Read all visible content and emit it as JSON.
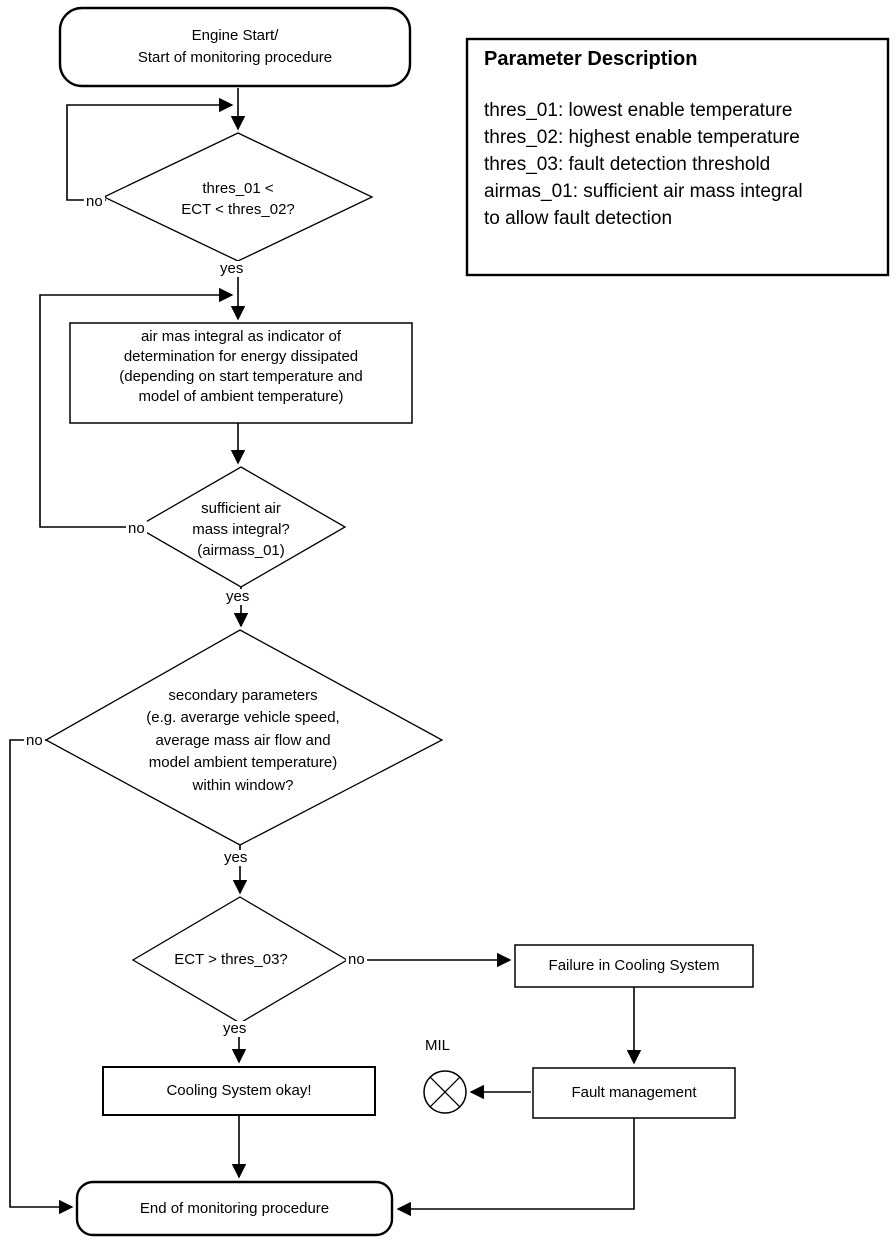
{
  "legend": {
    "title": "Parameter Description",
    "lines": [
      "thres_01: lowest enable temperature",
      "thres_02: highest enable temperature",
      "thres_03: fault detection threshold",
      "airmas_01: sufficient air mass integral",
      "to allow fault detection"
    ]
  },
  "nodes": {
    "start": {
      "lines": [
        "Engine Start/",
        "Start of monitoring procedure"
      ]
    },
    "decision_ect_window": {
      "lines": [
        "thres_01 <",
        "ECT < thres_02?"
      ]
    },
    "process_air_mass": {
      "lines": [
        "air mas integral as indicator of",
        "determination for energy dissipated",
        "(depending on start temperature and",
        "model of ambient temperature)"
      ]
    },
    "decision_air_mass": {
      "lines": [
        "sufficient air",
        "mass integral?",
        "(airmass_01)"
      ]
    },
    "decision_secondary": {
      "lines": [
        "secondary parameters",
        "(e.g. averarge vehicle speed,",
        "average mass air flow and",
        "model ambient temperature)",
        "within window?"
      ]
    },
    "decision_ect_thres3": {
      "label": "ECT > thres_03?"
    },
    "failure": {
      "label": "Failure in Cooling System"
    },
    "fault_management": {
      "label": "Fault management"
    },
    "cooling_okay": {
      "label": "Cooling System okay!"
    },
    "end": {
      "label": "End of monitoring procedure"
    },
    "mil": {
      "label": "MIL"
    }
  },
  "edges": {
    "d1_no": "no",
    "d1_yes": "yes",
    "d2_no": "no",
    "d2_yes": "yes",
    "d3_no": "no",
    "d3_yes": "yes",
    "d4_no": "no",
    "d4_yes": "yes"
  },
  "colors": {
    "ink": "#000000",
    "background": "#ffffff"
  }
}
